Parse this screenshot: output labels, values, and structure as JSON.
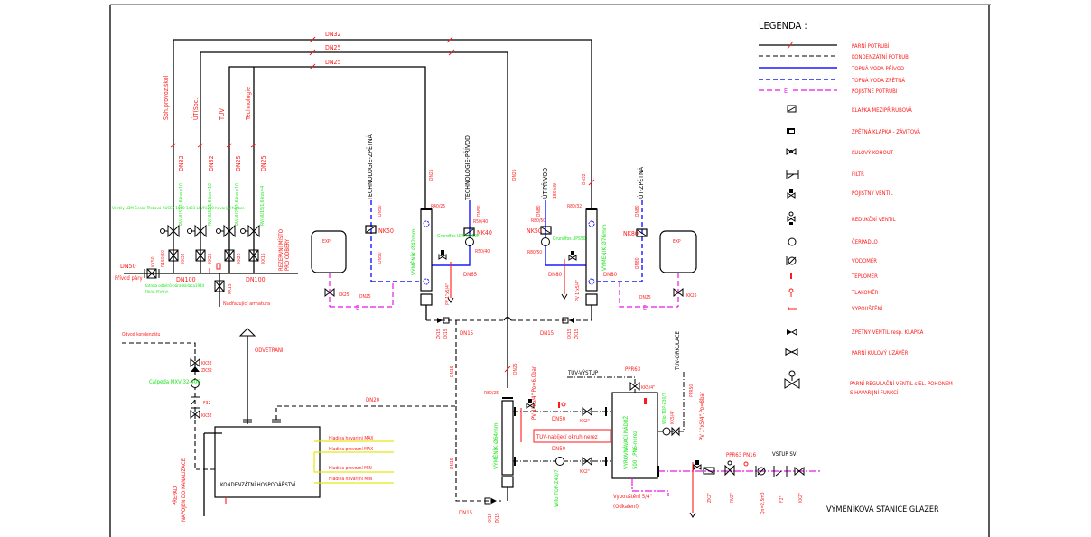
{
  "title": "VÝMĚNÍKOVÁ STANICE GLAZER",
  "legend": {
    "heading": "LEGENDA :",
    "lines": [
      {
        "label": "PARNÍ POTRUBÍ",
        "style": "steam",
        "color": "#000000"
      },
      {
        "label": "KONDENZÁTNÍ POTRUBÍ",
        "style": "condensate",
        "color": "#000000"
      },
      {
        "label": "TOPNÁ VODA PŘÍVOD",
        "style": "supply",
        "color": "#1a1aff"
      },
      {
        "label": "TOPNÁ VODA ZPĚTNÁ",
        "style": "return",
        "color": "#1a1aff"
      },
      {
        "label": "POJISTNÉ POTRUBÍ",
        "style": "safety",
        "color": "#e619e6",
        "marker": "E"
      }
    ],
    "symbols": [
      {
        "label": "KLAPKA MEZIPŘÍRUBOVÁ",
        "icon": "wafer-valve-icon"
      },
      {
        "label": "ZPĚTNÁ KLAPKA - ZÁVITOVÁ",
        "icon": "check-flap-icon"
      },
      {
        "label": "KULOVÝ KOHOUT",
        "icon": "ball-valve-icon"
      },
      {
        "label": "FILTR",
        "icon": "filter-icon"
      },
      {
        "label": "POJISTNÝ VENTIL",
        "icon": "safety-valve-icon"
      },
      {
        "label": "REDUKČNÍ VENTIL",
        "icon": "reducing-valve-icon"
      },
      {
        "label": "ČERPADLO",
        "icon": "pump-icon"
      },
      {
        "label": "VODOMĚR",
        "icon": "water-meter-icon"
      },
      {
        "label": "TEPLOMĚR",
        "icon": "thermometer-icon"
      },
      {
        "label": "TLAKOMĚR",
        "icon": "pressure-gauge-icon"
      },
      {
        "label": "VYPOUŠTĚNÍ",
        "icon": "drain-icon"
      },
      {
        "label": "ZPĚTNÝ VENTIL resp. KLAPKA",
        "icon": "check-valve-icon"
      },
      {
        "label": "PARNÍ KULOVÝ UZÁVĚR",
        "icon": "steam-ball-valve-icon"
      },
      {
        "label": "PARNÍ REGULAČNÍ VENTIL s EL. POHONEM",
        "label2": "S HAVARIJNÍ FUNKCÍ",
        "icon": "control-valve-icon"
      }
    ]
  },
  "steam_header": {
    "branches": [
      "Soh.provoz.škol",
      "ÚT(Soc.)",
      "TUV",
      "Technologie"
    ],
    "branch_dn": [
      "DN32",
      "DN32",
      "DN25",
      "DN25"
    ],
    "valves": [
      "RV/NU32/1,6,kvs=10",
      "RV/NU32/1,6,kvs=10",
      "RV/NU25/1,6,kvs=10",
      "RV/NU15/1,6,kvs=4"
    ],
    "shutoffs": [
      "KK32",
      "KK25",
      "KK20",
      "KK15"
    ],
    "valve_note": "Ventily LDM Česká Třebová RUSSY 1600 1423 LI VR/250 havarijní funkce",
    "inlet_dn": "DN50",
    "inlet_label": "Přívod páry",
    "inlet_valve": "KK50",
    "inlet_flange": "R150/50",
    "header_dn_left": "DN100",
    "header_dn_right": "DN100",
    "reserve": "REZERVNÍ MÍSTO",
    "reserve2": "PRO ODBĚRY",
    "drain_valve": "KK15",
    "drain_label": "Nadřazující armatura",
    "trap_note": "Kotrola odběrů-pára-Vallaca1944",
    "trap_note2": "TRIAL PRAHA"
  },
  "top_pipes": [
    "DN32",
    "DN25",
    "DN25"
  ],
  "tech_exchanger": {
    "ret_label": "TECHNOLOGIE-ZPĚTNÁ",
    "sup_label": "TECHNOLOGIE-PŘÍVOD",
    "ret_dn": "DN50",
    "ret_dn2": "DN50",
    "ret_valve": "NK50",
    "sup_dn": "DN50",
    "sup_flange": "R50/40",
    "sup_valve": "NK40",
    "pump_flange": "R50/40",
    "pump": "Grundfos UPS40-60F",
    "exchanger": "VÝMĚNÍK Ø42mm",
    "steam_dn": "DN25",
    "steam_flange": "R40/25",
    "pv": "PV 1\"x5/4\"",
    "loop_dn": "DN65",
    "exp": "EXP",
    "exp_valve": "KK25",
    "exp_dn": "DN25",
    "e_marker": "E"
  },
  "ut_exchanger": {
    "sup_label": "ÚT-PŘÍVOD",
    "power": "180 kW",
    "ret_label": "ÚT-ZPĚTNÁ",
    "sup_dn": "DN80",
    "sup_flange": "R80/50",
    "sup_valve": "NK50",
    "pump": "Grundfos UPS50-60F",
    "pump_flange": "R80/50",
    "steam_dn": "DN32",
    "steam_flange": "R80/32",
    "exchanger": "VÝMĚNÍK Ø76mm",
    "pv": "PV 1\"x5/4\"",
    "loop_dn": "DN80",
    "ret_dn": "DN80",
    "ret_dn2": "DN80",
    "ret_valve": "NK80",
    "out_dn": "DN80",
    "exp": "EXP",
    "exp_valve": "KK25",
    "exp_dn": "DN25",
    "e_marker": "E",
    "steam_left_dn": "DN25"
  },
  "condensate": {
    "left_valves": [
      "ZK15",
      "KK15"
    ],
    "right_valves": [
      "KK15",
      "ZK15"
    ],
    "left_dn": "DN15",
    "right_dn": "DN15",
    "vertical_dn": "DN15",
    "vertical_dn2": "DN15",
    "bottom_dn": "DN15",
    "bottom_valves": [
      "KK15",
      "ZK15"
    ],
    "main_dn": "DN20",
    "odvod": "Odvod kondenzátu",
    "valve1": "KK32",
    "valve2": "ZK32",
    "pump": "Calpeda MXV 32-406",
    "filter": "F32",
    "valve3": "KK32",
    "vent": "ODVĚTRÁNÍ",
    "tank": "KONDENZÁTNÍ HOSPODÁŘSTVÍ",
    "overflow": "PŘEPAD",
    "overflow2": "NAPOJEN DO KANALIZACE",
    "levels": [
      "Hladina havarijní MAX",
      "Hladina provozní MAX",
      "Hladina provozní MIN",
      "Hladina havarijní MIN"
    ]
  },
  "tuv": {
    "steam_dn": "DN25",
    "flange": "R80/25",
    "exchanger": "VÝMĚNÍK Ø64mm",
    "pv": "PV 1\"x5/4\" Po=6,0bar",
    "charging": "TUV-nabíjecí okruh-nerez",
    "upper_dn": "DN50",
    "lower_dn": "DN50",
    "valve_upper": "KK2\"",
    "valve_lower": "KK2\"",
    "pump": "Wilo TOP-Z40/7",
    "out_label": "TUV-VÝSTUP",
    "out_pipe": "PPR63",
    "out_valve": "KK5/4\"",
    "tank": "VYROVNÁVACÍ NÁDRŽ",
    "tank2": "500 l,PN6-nerez",
    "circ_label": "TUV-CIRKULACE",
    "circ_pipe": "PPR50",
    "circ_pump": "Wilo TOP-Z30/7",
    "circ_valve": "KK5/4\"",
    "drain": "Vypouštění 5/4\"",
    "drain2": "(Odkalení)",
    "pv2": "PV 1\"x5/4\",Po=8bar",
    "cold_pipe": "PPR63 PN16",
    "cold_in": "VSTUP SV",
    "cold_items": [
      "ZK2\"",
      "RV2\"",
      "Qn=2,5m3",
      "F2\"",
      "KK2\""
    ]
  }
}
